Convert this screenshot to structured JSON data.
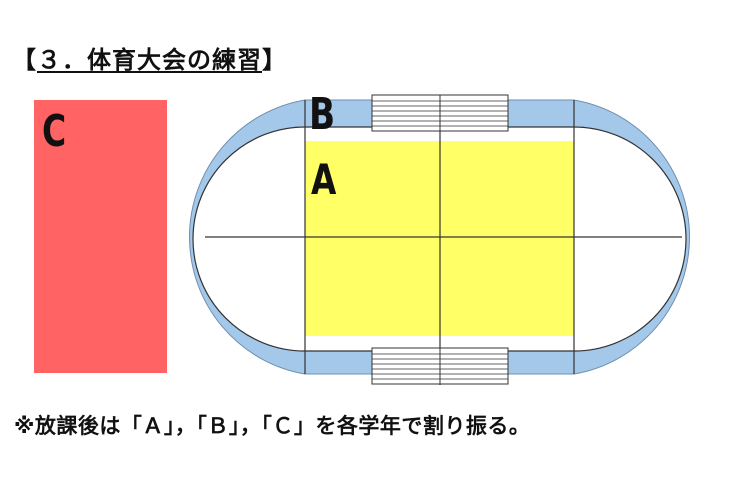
{
  "heading": {
    "open_bracket": "【",
    "title": "３．体育大会の練習",
    "close_bracket": "】"
  },
  "zones": {
    "a_label": "A",
    "b_label": "B",
    "c_label": "C"
  },
  "note": "※放課後は「Ａ」，「Ｂ」，「Ｃ」を各学年で割り振る。",
  "colors": {
    "zone_a": "#ffff66",
    "zone_b_track": "#a4c8ea",
    "zone_c": "#ff6363",
    "lines": "#333333"
  }
}
